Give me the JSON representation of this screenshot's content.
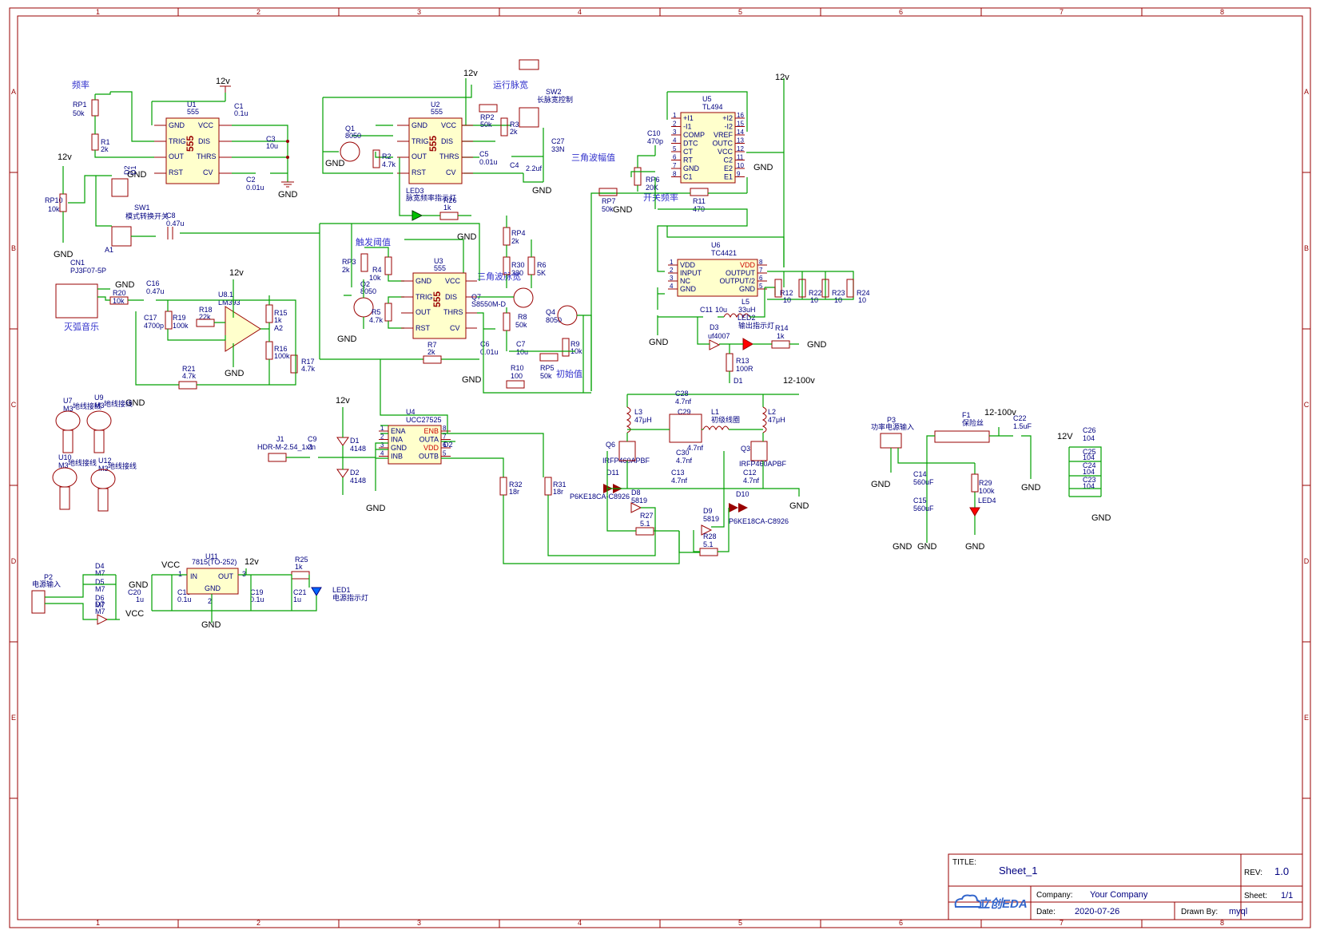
{
  "title_block": {
    "title_label": "TITLE:",
    "title": "Sheet_1",
    "rev_label": "REV:",
    "rev": "1.0",
    "company_label": "Company:",
    "company": "Your Company",
    "sheet_label": "Sheet:",
    "sheet": "1/1",
    "date_label": "Date:",
    "date": "2020-07-26",
    "drawn_label": "Drawn By:",
    "drawn_by": "myql",
    "logo": "立创EDA"
  },
  "grid": {
    "cols": [
      "1",
      "2",
      "3",
      "4",
      "5",
      "6",
      "7",
      "8"
    ],
    "rows": [
      "A",
      "B",
      "C",
      "D",
      "E"
    ]
  },
  "labels": {
    "freq": "频率",
    "rp1": "RP1",
    "rp1_v": "50k",
    "r1": "R1",
    "r1_v": "2k",
    "u1": "U1",
    "u1_v": "555",
    "c1": "C1",
    "c1_v": "0.1u",
    "c3": "C3",
    "c3_v": "10u",
    "c2": "C2",
    "c2_v": "0.01u",
    "rp10": "RP10",
    "rp10_v": "10k",
    "sw1": "SW1",
    "sw1_v": "模式转换开关",
    "c8": "C8",
    "c8_v": "0.47u",
    "a1": "A1",
    "d2": "D2",
    "d1": "D1",
    "cn1": "CN1",
    "cn1_v": "PJ3F07-5P",
    "arc_music": "灭弧音乐",
    "c16": "C16",
    "c16_v": "0.47u",
    "r20": "R20",
    "r20_v": "10k",
    "c17": "C17",
    "c17_v": "4700p",
    "r19": "R19",
    "r19_v": "100k",
    "r18": "R18",
    "r18_v": "22k",
    "u8": "U8.1",
    "u8_v": "LM393",
    "r15": "R15",
    "r15_v": "1k",
    "r16": "R16",
    "r16_v": "100k",
    "r17": "R17",
    "r17_v": "4.7k",
    "r21": "R21",
    "r21_v": "4.7k",
    "a2": "A2",
    "u7": "U7",
    "u9": "U9",
    "u10": "U10",
    "u12": "U12",
    "m3": "M3",
    "ground_wire": "地线接线",
    "q1": "Q1",
    "q1_v": "8050",
    "r2": "R2",
    "r2_v": "4.7k",
    "u2": "U2",
    "u2_v": "555",
    "run_pw": "运行脉宽",
    "rp2": "RP2",
    "rp2_v": "50k",
    "r3": "R3",
    "r3_v": "2k",
    "sw2": "SW2",
    "sw2_v": "长脉宽控制",
    "c27": "C27",
    "c27_v": "33N",
    "c5": "C5",
    "c5_v": "0.01u",
    "c4": "C4",
    "c4_v": "2.2uf",
    "led3": "LED3",
    "led3_v": "脉宽频率指示灯",
    "r26": "R26",
    "r26_v": "1k",
    "rp4": "RP4",
    "rp4_v": "2k",
    "trig_th": "触发阈值",
    "rp3": "RP3",
    "rp3_v": "2k",
    "r4": "R4",
    "r4_v": "10k",
    "q2": "Q2",
    "q2_v": "8050",
    "r5": "R5",
    "r5_v": "4.7k",
    "u3": "U3",
    "u3_v": "555",
    "r30": "R30",
    "r30_v": "330",
    "r6": "R6",
    "r6_v": "5K",
    "tri_pw": "三角波脉宽",
    "q7": "Q7",
    "q7_v": "S8550M-D",
    "r8": "R8",
    "r8_v": "50k",
    "q4": "Q4",
    "q4_v": "8050",
    "c6": "C6",
    "c6_v": "0.01u",
    "c7": "C7",
    "c7_v": "10u",
    "r9": "R9",
    "r9_v": "10k",
    "r7": "R7",
    "r7_v": "2k",
    "r10": "R10",
    "r10_v": "100",
    "rp5": "RP5",
    "rp5_v": "50k",
    "init_val": "初始值",
    "tri_amp": "三角波幅值",
    "rp7": "RP7",
    "rp7_v": "50k",
    "u5": "U5",
    "u5_v": "TL494",
    "c10": "C10",
    "c10_v": "470p",
    "rp6": "RP6",
    "rp6_v": "20K",
    "sw_freq": "开关频率",
    "r11": "R11",
    "r11_v": "470",
    "u6": "U6",
    "u6_v": "TC4421",
    "r12": "R12",
    "r12_v": "10",
    "r22": "R22",
    "r22_v": "10",
    "r23": "R23",
    "r23_v": "10",
    "r24": "R24",
    "r24_v": "10",
    "c11": "C11",
    "c11_v": "10u",
    "l5": "L5",
    "l5_v": "33uH",
    "d3": "D3",
    "d3_v": "uf4007",
    "led2": "LED2",
    "led2_v": "输出指示灯",
    "r14": "R14",
    "r14_v": "1k",
    "r13": "R13",
    "r13_v": "100R",
    "d1b": "D1",
    "u4": "U4",
    "u4_v": "UCC27525",
    "j1": "J1",
    "j1_v": "HDR-M-2.54_1x1",
    "c9": "C9",
    "c9_v": "2n",
    "d1_v": "4148",
    "d2b": "D2",
    "d2b_v": "4148",
    "r32": "R32",
    "r32_v": "18r",
    "r31": "R31",
    "r31_v": "18r",
    "c28": "C28",
    "c28_v": "4.7nf",
    "c29": "C29",
    "c29_v": "4.7nf",
    "c30": "C30",
    "c30_v": "4.7nf",
    "l1": "L1",
    "l1_v": "初级线圈",
    "l3": "L3",
    "l3_v": "47μH",
    "l2": "L2",
    "l2_v": "47μH",
    "q6": "Q6",
    "q6_v": "IRFP460APBF",
    "q3": "Q3",
    "q3_v": "IRFP460APBF",
    "c13": "C13",
    "c13_v": "4.7nf",
    "c12": "C12",
    "c12_v": "4.7nf",
    "d11": "D11",
    "d11_v": "P6KE18CA-C8926",
    "d8": "D8",
    "d8_v": "5819",
    "d10": "D10",
    "d10_v": "P6KE18CA-C8926",
    "d9": "D9",
    "d9_v": "5819",
    "r27": "R27",
    "r27_v": "5.1",
    "r28": "R28",
    "r28_v": "5.1",
    "p3": "P3",
    "p3_v": "功率电源输入",
    "f1": "F1",
    "f1_v": "保险丝",
    "c22": "C22",
    "c22_v": "1.5uF",
    "c14": "C14",
    "c14_v": "560uF",
    "c15": "C15",
    "c15_v": "560uF",
    "r29": "R29",
    "r29_v": "100k",
    "led4": "LED4",
    "c26": "C26",
    "c26_v": "104",
    "c25": "C25",
    "c25_v": "104",
    "c24": "C24",
    "c24_v": "104",
    "c23": "C23",
    "c23_v": "104",
    "p2": "P2",
    "p2_v": "电源输入",
    "d4": "D4",
    "d5": "D5",
    "d6": "D6",
    "d7": "D7",
    "m7": "M7",
    "c20": "C20",
    "c20_v": "1u",
    "c18": "C18",
    "c18_v": "0.1u",
    "u11": "U11",
    "u11_v": "7815(TO-252)",
    "c19": "C19",
    "c19_v": "0.1u",
    "c21": "C21",
    "c21_v": "1u",
    "r25": "R25",
    "r25_v": "1k",
    "led1": "LED1",
    "led1_v": "电源指示灯"
  },
  "pins555": {
    "gnd": "GND",
    "trig": "TRIG",
    "out": "OUT",
    "rst": "RST",
    "vcc": "VCC",
    "dis": "DIS",
    "thrs": "THRS",
    "cv": "CV",
    "mark": "555"
  },
  "tl494_pins": {
    "l": [
      "+I1",
      "-I1",
      "COMP",
      "DTC",
      "CT",
      "RT",
      "GND",
      "C1"
    ],
    "r": [
      "+I2",
      "-I2",
      "VREF",
      "OUTC",
      "VCC",
      "C2",
      "E2",
      "E1"
    ],
    "ln": [
      "1",
      "2",
      "3",
      "4",
      "5",
      "6",
      "7",
      "8"
    ],
    "rn": [
      "16",
      "15",
      "14",
      "13",
      "12",
      "11",
      "10",
      "9"
    ]
  },
  "tc4421_pins": {
    "l": [
      "VDD",
      "INPUT",
      "NC",
      "GND"
    ],
    "r": [
      "VDD",
      "OUTPUT",
      "OUTPUT/2",
      "GND"
    ],
    "ln": [
      "1",
      "2",
      "3",
      "4"
    ],
    "rn": [
      "8",
      "7",
      "6",
      "5"
    ]
  },
  "ucc_pins": {
    "l": [
      "ENA",
      "INA",
      "GND",
      "INB"
    ],
    "r": [
      "ENB",
      "OUTA",
      "VDD",
      "OUTB"
    ],
    "ln": [
      "1",
      "2",
      "3",
      "4"
    ],
    "rn": [
      "8",
      "7",
      "6",
      "5"
    ]
  },
  "lm7815_pins": {
    "in": "IN",
    "out": "OUT",
    "gnd": "GND",
    "n1": "1",
    "n2": "2",
    "n3": "3"
  },
  "nets": {
    "v12": "12v",
    "gnd": "GND",
    "vcc": "VCC",
    "v12_100": "12-100v",
    "v12_100b": "12-100v",
    "v12b": "12V"
  },
  "colors": {
    "frame": "#990000",
    "wire": "#00a000",
    "label": "#000080",
    "body": "#ffffcc"
  }
}
